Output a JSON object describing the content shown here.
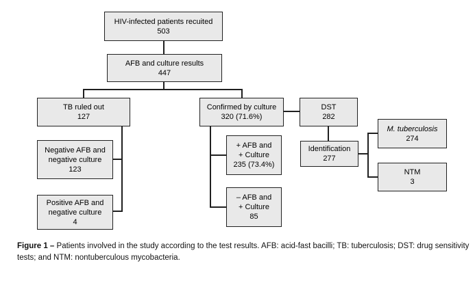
{
  "figure": {
    "caption_label": "Figure 1 –",
    "caption_text": " Patients involved in the study according to the test results. AFB: acid-fast bacilli; TB: tuberculosis; DST: drug sensitivity tests; and NTM: nontuberculous mycobacteria."
  },
  "flowchart": {
    "nodes": {
      "hiv": {
        "lines": [
          "HIV-infected patients recuited",
          "503"
        ]
      },
      "afb": {
        "lines": [
          "AFB and culture results",
          "447"
        ]
      },
      "tb": {
        "lines": [
          "TB ruled out",
          "127"
        ]
      },
      "confirmed": {
        "lines": [
          "Confirmed by culture",
          "320 (71.6%)"
        ]
      },
      "dst": {
        "lines": [
          "DST",
          "282"
        ]
      },
      "negneg": {
        "lines": [
          "Negative AFB and",
          "negative culture",
          "123"
        ]
      },
      "ident": {
        "lines": [
          "Identification",
          "277"
        ]
      },
      "mtb": {
        "lines": [
          "M. tuberculosis",
          "274"
        ]
      },
      "posafb": {
        "lines": [
          "+ AFB and",
          "+ Culture",
          "235 (73.4%)"
        ]
      },
      "ntm": {
        "lines": [
          "NTM",
          "3"
        ]
      },
      "posneg": {
        "lines": [
          "Positive AFB and",
          "negative culture",
          "4"
        ]
      },
      "negafb": {
        "lines": [
          "– AFB and",
          "+ Culture",
          "85"
        ]
      }
    }
  },
  "colors": {
    "box-fill": "#e9e9e9",
    "box-border": "#1f1f1f",
    "line-color": "#1f1f1f"
  }
}
